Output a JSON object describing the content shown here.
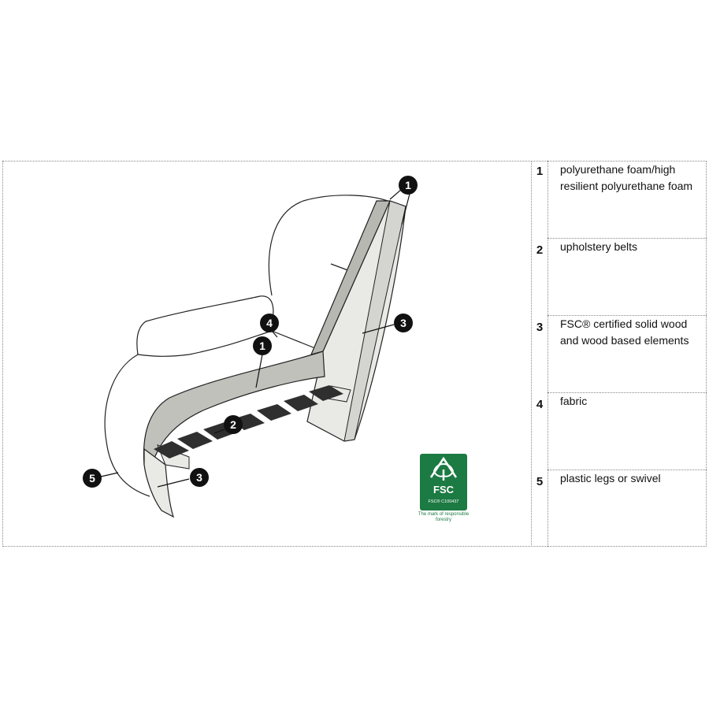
{
  "callouts": [
    "1",
    "1",
    "2",
    "3",
    "3",
    "4",
    "5"
  ],
  "legend": [
    {
      "number": "1",
      "text": "polyurethane foam/high resilient polyurethane foam"
    },
    {
      "number": "2",
      "text": "upholstery belts"
    },
    {
      "number": "3",
      "text": "FSC® certified solid wood and wood based elements"
    },
    {
      "number": "4",
      "text": "fabric"
    },
    {
      "number": "5",
      "text": "plastic legs or swivel"
    }
  ],
  "fsc": {
    "logo_text": "FSC",
    "license": "FSC® C100437",
    "caption": "The mark of responsible forestry",
    "color": "#1c7a43"
  }
}
